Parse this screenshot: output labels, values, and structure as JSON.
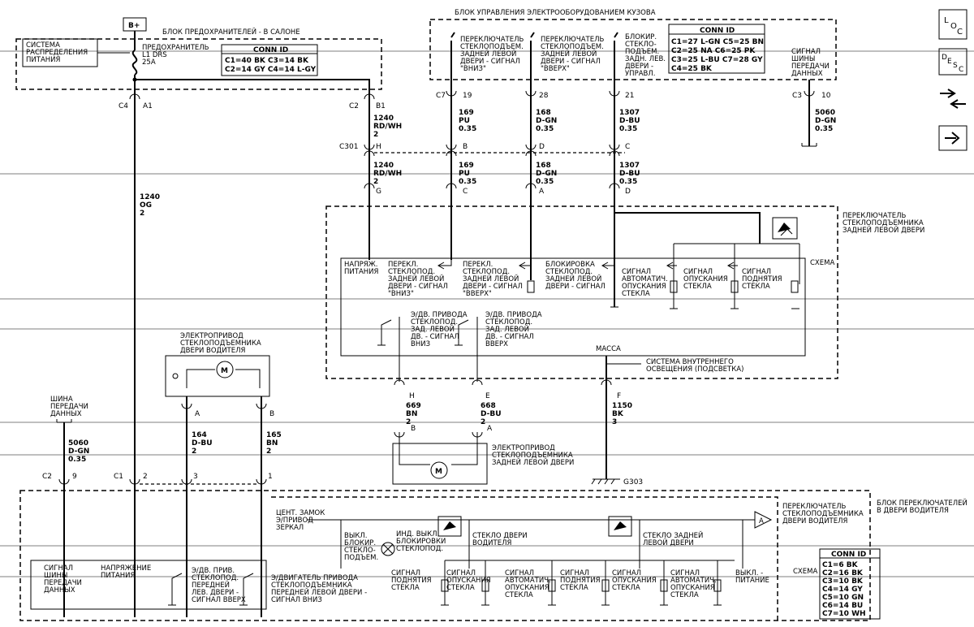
{
  "top": {
    "bplus": "B+",
    "fuse_block_title": "БЛОК ПРЕДОХРАНИТЕЛЕЙ - В САЛОНЕ",
    "power_dist": [
      "СИСТЕМА",
      "РАСПРЕДЕЛЕНИЯ",
      "ПИТАНИЯ"
    ],
    "fuse": [
      "ПРЕДОХРАНИТЕЛЬ",
      "L1 DRS",
      "25A"
    ],
    "fuse_conn": {
      "title": "CONN ID",
      "rows": [
        "C1=40 BK  C3=14 BK",
        "C2=14 GY  C4=14 L-GY"
      ]
    },
    "bcm_title": "БЛОК УПРАВЛЕНИЯ ЭЛЕКТРООБОРУДОВАНИЕМ КУЗОВА",
    "bcm_sw_down": [
      "ПЕРЕКЛЮЧАТЕЛЬ",
      "СТЕКЛОПОДЪЕМ.",
      "ЗАДНЕЙ ЛЕВОЙ",
      "ДВЕРИ - СИГНАЛ",
      "\"ВНИЗ\""
    ],
    "bcm_sw_up": [
      "ПЕРЕКЛЮЧАТЕЛЬ",
      "СТЕКЛОПОДЪЕМ.",
      "ЗАДНЕЙ ЛЕВОЙ",
      "ДВЕРИ - СИГНАЛ",
      "\"ВВЕРХ\""
    ],
    "bcm_lock": [
      "БЛОКИР.",
      "СТЕКЛО-",
      "ПОДЪЕМ.",
      "ЗАДН. ЛЕВ.",
      "ДВЕРИ -",
      "УПРАВЛ."
    ],
    "bcm_conn": {
      "title": "CONN ID",
      "rows": [
        "C1=27 L-GN  C5=25 BN",
        "C2=25 NA    C6=25 PK",
        "C3=25 L-BU  C7=28 GY",
        "C4=25 BK"
      ]
    },
    "data_bus_top": [
      "СИГНАЛ",
      "ШИНЫ",
      "ПЕРЕДАЧИ",
      "ДАННЫХ"
    ]
  },
  "icons": {
    "loc": [
      "L",
      "O",
      "C"
    ],
    "desc": [
      "D",
      "E",
      "S",
      "C"
    ]
  },
  "wires": {
    "c4a1": [
      "C4",
      "A1"
    ],
    "c2b1": [
      "C2",
      "B1"
    ],
    "w1240a": [
      "1240",
      "RD/WH",
      "2"
    ],
    "c301": "C301",
    "pinH": "H",
    "w1240b": [
      "1240",
      "RD/WH",
      "2"
    ],
    "pinG": "G",
    "w1240og": [
      "1240",
      "OG",
      "2"
    ],
    "c7": "C7",
    "p19": "19",
    "p28": "28",
    "p21": "21",
    "w169a": [
      "169",
      "PU",
      "0.35"
    ],
    "w168a": [
      "168",
      "D-GN",
      "0.35"
    ],
    "w1307a": [
      "1307",
      "D-BU",
      "0.35"
    ],
    "pB": "B",
    "pD": "D",
    "pC": "C",
    "w169b": [
      "169",
      "PU",
      "0.35"
    ],
    "w168b": [
      "168",
      "D-GN",
      "0.35"
    ],
    "w1307b": [
      "1307",
      "D-BU",
      "0.35"
    ],
    "pC2": "C",
    "pA": "A",
    "pD2": "D",
    "c3": "C3",
    "p10": "10",
    "w5060a": [
      "5060",
      "D-GN",
      "0.35"
    ]
  },
  "rear_switch": {
    "title": [
      "ПЕРЕКЛЮЧАТЕЛЬ",
      "СТЕКЛОПОДЪЕМНИКА",
      "ЗАДНЕЙ ЛЕВОЙ ДВЕРИ"
    ],
    "scheme": "СХЕМА",
    "labels": {
      "power": [
        "НАПРЯЖ.",
        "ПИТАНИЯ"
      ],
      "down": [
        "ПЕРЕКЛ.",
        "СТЕКЛОПОД.",
        "ЗАДНЕЙ ЛЕВОЙ",
        "ДВЕРИ - СИГНАЛ",
        "\"ВНИЗ\""
      ],
      "up": [
        "ПЕРЕКЛ.",
        "СТЕКЛОПОД.",
        "ЗАДНЕЙ ЛЕВОЙ",
        "ДВЕРИ - СИГНАЛ",
        "\"ВВЕРХ\""
      ],
      "lock": [
        "БЛОКИРОВКА",
        "СТЕКЛОПОД.",
        "ЗАДНЕЙ ЛЕВОЙ",
        "ДВЕРИ - СИГНАЛ"
      ],
      "auto": [
        "СИГНАЛ",
        "АВТОМАТИЧ.",
        "ОПУСКАНИЯ",
        "СТЕКЛА"
      ],
      "lower": [
        "СИГНАЛ",
        "ОПУСКАНИЯ",
        "СТЕКЛА"
      ],
      "raise": [
        "СИГНАЛ",
        "ПОДНЯТИЯ",
        "СТЕКЛА"
      ],
      "motor_down": [
        "Э/ДВ. ПРИВОДА",
        "СТЕКЛОПОД.",
        "ЗАД. ЛЕВОЙ",
        "ДВ. - СИГНАЛ",
        "ВНИЗ"
      ],
      "motor_up": [
        "Э/ДВ. ПРИВОДА",
        "СТЕКЛОПОД.",
        "ЗАД. ЛЕВОЙ",
        "ДВ. - СИГНАЛ",
        "ВВЕРХ"
      ],
      "ground": "МАССА",
      "lighting": [
        "СИСТЕМА ВНУТРЕННЕГО",
        "ОСВЕЩЕНИЯ (ПОДСВЕТКА)"
      ]
    }
  },
  "driver_motor": {
    "title": [
      "ЭЛЕКТРОПРИВОД",
      "СТЕКЛОПОДЪЕМНИКА",
      "ДВЕРИ ВОДИТЕЛЯ"
    ],
    "m": "M",
    "pA": "A",
    "pB": "B",
    "w164": [
      "164",
      "D-BU",
      "2"
    ],
    "w165": [
      "165",
      "BN",
      "2"
    ]
  },
  "rear_motor": {
    "title": [
      "ЭЛЕКТРОПРИВОД",
      "СТЕКЛОПОДЪЕМНИКА",
      "ЗАДНЕЙ ЛЕВОЙ ДВЕРИ"
    ],
    "m": "M",
    "pH": "H",
    "pE": "E",
    "w669": [
      "669",
      "BN",
      "2"
    ],
    "w668": [
      "668",
      "D-BU",
      "2"
    ],
    "pB": "B",
    "pA": "A"
  },
  "ground": {
    "pF": "F",
    "w1150": [
      "1150",
      "BK",
      "3"
    ],
    "g303": "G303"
  },
  "left": {
    "bus": [
      "ШИНА",
      "ПЕРЕДАЧИ",
      "ДАННЫХ"
    ],
    "w5060b": [
      "5060",
      "D-GN",
      "0.35"
    ],
    "c2": "C2",
    "p9": "9",
    "c1": "C1",
    "p2": "2",
    "p3": "3",
    "p1": "1"
  },
  "driver_block": {
    "title": [
      "БЛОК ПЕРЕКЛЮЧАТЕЛЕЙ",
      "В ДВЕРИ ВОДИТЕЛЯ"
    ],
    "switch_title": [
      "ПЕРЕКЛЮЧАТЕЛЬ",
      "СТЕКЛОПОДЪЕМНИКА",
      "ДВЕРИ ВОДИТЕЛЯ"
    ],
    "scheme": "СХЕМА",
    "conn": {
      "title": "CONN ID",
      "rows": [
        "C1=6 BK",
        "C2=16 BK",
        "C3=10 BK",
        "C4=14 GY",
        "C5=10 GN",
        "C6=14 BU",
        "C7=10 WH"
      ]
    },
    "labels": {
      "lock_mirror": [
        "ЦЕНТ. ЗАМОК",
        "Э/ПРИВОД",
        "ЗЕРКАЛ"
      ],
      "lock_off": [
        "ВЫКЛ.",
        "БЛОКИР.",
        "СТЕКЛО-",
        "ПОДЪЕМ."
      ],
      "ind_off": [
        "ИНД. ВЫКЛ.",
        "БЛОКИРОВКИ",
        "СТЕКЛОПОД."
      ],
      "driver_glass": [
        "СТЕКЛО ДВЕРИ",
        "ВОДИТЕЛЯ"
      ],
      "rear_glass": [
        "СТЕКЛО ЗАДНЕЙ",
        "ЛЕВОЙ ДВЕРИ"
      ],
      "sig_raise": [
        "СИГНАЛ",
        "ПОДНЯТИЯ",
        "СТЕКЛА"
      ],
      "sig_lower": [
        "СИГНАЛ",
        "ОПУСКАНИЯ",
        "СТЕКЛА"
      ],
      "sig_auto": [
        "СИГНАЛ",
        "АВТОМАТИЧ.",
        "ОПУСКАНИЯ",
        "СТЕКЛА"
      ],
      "sig_raise2": [
        "СИГНАЛ",
        "ПОДНЯТИЯ",
        "СТЕКЛА"
      ],
      "sig_lower2": [
        "СИГНАЛ",
        "ОПУСКАНИЯ",
        "СТЕКЛА"
      ],
      "sig_auto2": [
        "СИГНАЛ",
        "АВТОМАТИЧ.",
        "ОПУСКАНИЯ",
        "СТЕКЛА"
      ],
      "off_power": [
        "ВЫКЛ. -",
        "ПИТАНИЕ"
      ],
      "bus": [
        "СИГНАЛ",
        "ШИНЫ",
        "ПЕРЕДАЧИ",
        "ДАННЫХ"
      ],
      "power": [
        "НАПРЯЖЕНИЕ",
        "ПИТАНИЯ"
      ],
      "motor_up": [
        "Э/ДВ. ПРИВ.",
        "СТЕКЛОПОД.",
        "ПЕРЕДНЕЙ",
        "ЛЕВ. ДВЕРИ -",
        "СИГНАЛ ВВЕРХ"
      ],
      "motor_down": [
        "Э/ДВИГАТЕЛЬ ПРИВОДА",
        "СТЕКЛОПОДЪЕМНИКА",
        "ПЕРЕДНЕЙ ЛЕВОЙ ДВЕРИ -",
        "СИГНАЛ ВНИЗ"
      ]
    }
  }
}
